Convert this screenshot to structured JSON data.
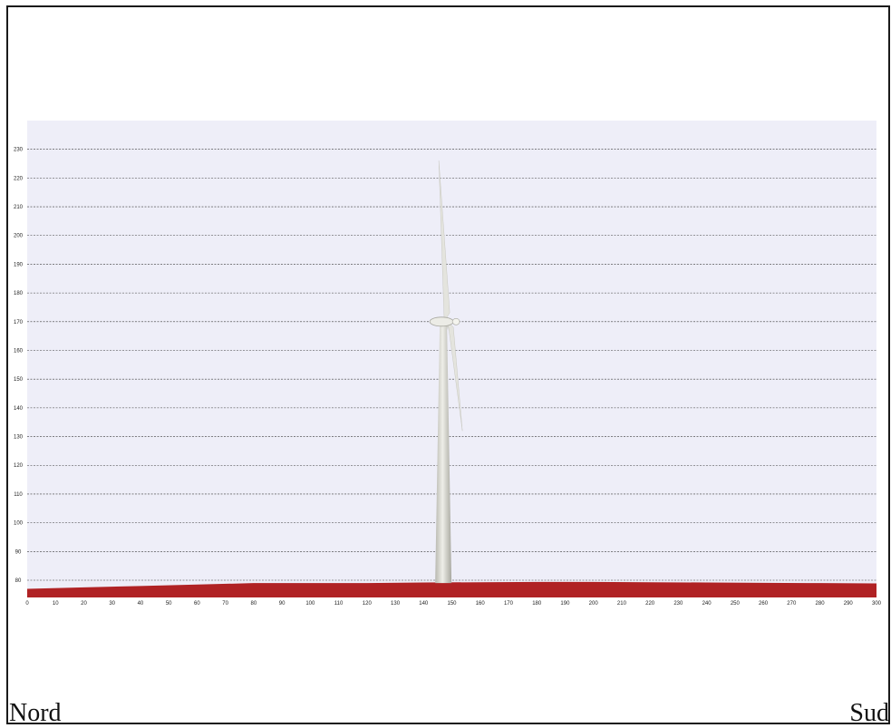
{
  "labels": {
    "left": "Nord",
    "right": "Sud"
  },
  "colors": {
    "plot_background": "#eeeef8",
    "grid": "#3a3a3a",
    "terrain": "#b02224",
    "tower": "#d8d8d2",
    "blade": "#e4e4de"
  },
  "chart_data": {
    "type": "area",
    "title": "",
    "xlabel": "",
    "ylabel": "",
    "xlim": [
      0,
      300
    ],
    "ylim": [
      74,
      240
    ],
    "x_ticks": [
      0,
      10,
      20,
      30,
      40,
      50,
      60,
      70,
      80,
      90,
      100,
      110,
      120,
      130,
      140,
      150,
      160,
      170,
      180,
      190,
      200,
      210,
      220,
      230,
      240,
      250,
      260,
      270,
      280,
      290,
      300
    ],
    "y_ticks": [
      80,
      90,
      100,
      110,
      120,
      130,
      140,
      150,
      160,
      170,
      180,
      190,
      200,
      210,
      220,
      230
    ],
    "grid": true,
    "terrain": {
      "x": [
        0,
        20,
        40,
        60,
        80,
        100,
        120,
        140,
        160,
        180,
        200,
        220,
        240,
        260,
        280,
        300
      ],
      "y": [
        77,
        77.5,
        78,
        78.5,
        79,
        79,
        79,
        79.2,
        79.3,
        79.4,
        79.4,
        79.3,
        79.2,
        79.1,
        79,
        78.9
      ]
    },
    "turbine": {
      "x": 147,
      "base_elevation": 79,
      "hub_height_elevation": 170,
      "blade_tip_top": 226,
      "blade_tip_lower": 132
    }
  }
}
